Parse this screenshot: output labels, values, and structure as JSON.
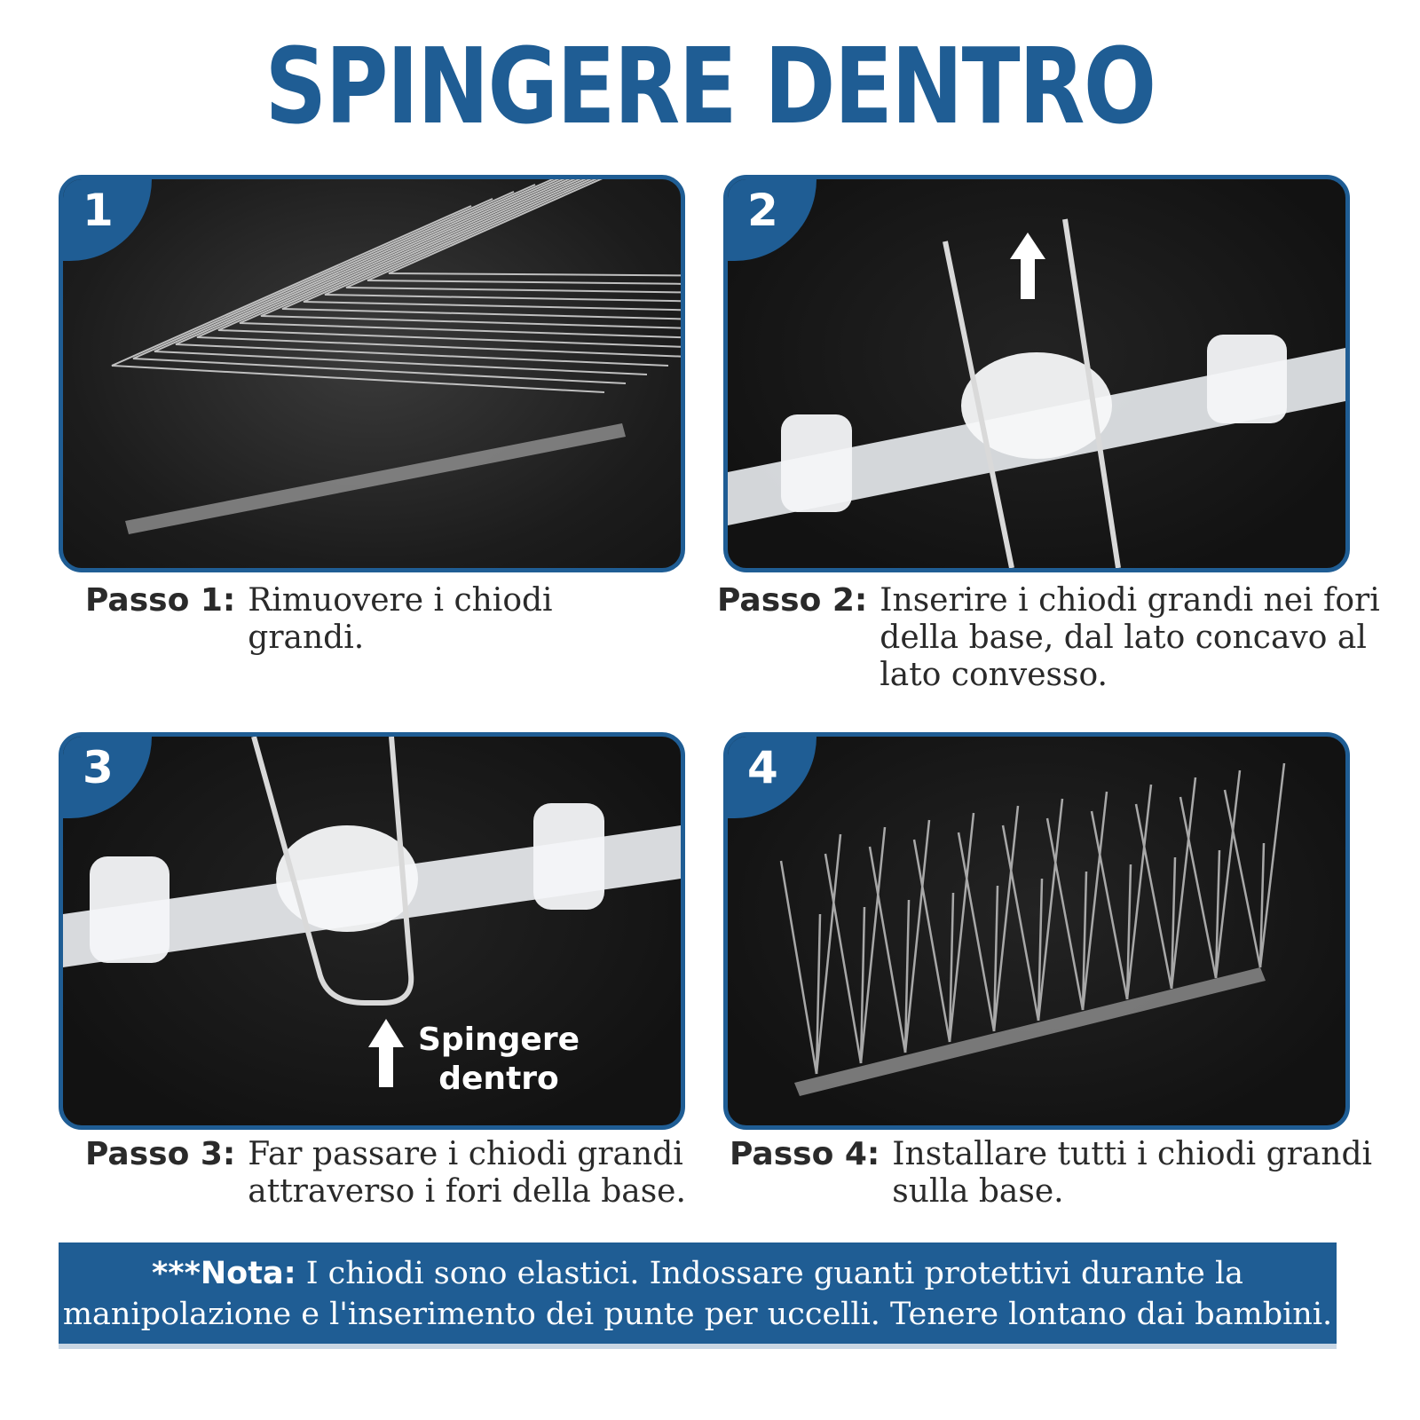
{
  "title": "SPINGERE DENTRO",
  "colors": {
    "accent": "#1f5d94",
    "note_border": "#c8d6e4"
  },
  "steps": [
    {
      "number": "1",
      "label": "Passo 1:",
      "text": "Rimuovere i chiodi grandi."
    },
    {
      "number": "2",
      "label": "Passo 2:",
      "text": "Inserire i chiodi grandi nei fori della base, dal lato concavo al lato convesso."
    },
    {
      "number": "3",
      "label": "Passo 3:",
      "text": "Far passare i chiodi grandi attraverso i fori della base."
    },
    {
      "number": "4",
      "label": "Passo 4:",
      "text": "Installare tutti i chiodi grandi sulla base."
    }
  ],
  "push_label": {
    "line1": "Spingere",
    "line2": "dentro"
  },
  "note": {
    "prefix": "***Nota:",
    "text": "I chiodi sono elastici. Indossare guanti protettivi durante la manipolazione e l'inserimento dei punte per uccelli. Tenere lontano dai bambini."
  }
}
